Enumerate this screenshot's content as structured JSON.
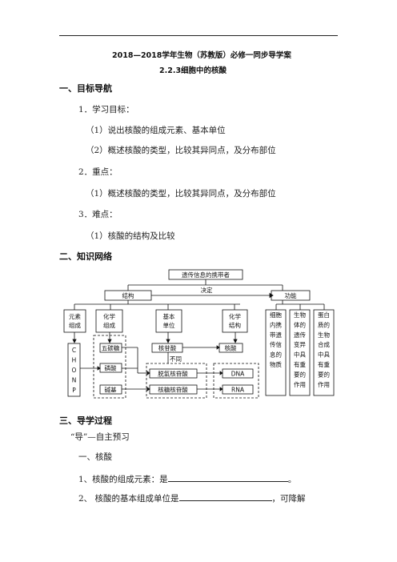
{
  "header": {
    "title": "2018—2018学年生物（苏教版）必修一同步导学案",
    "subtitle": "2.2.3细胞中的核酸"
  },
  "sections": {
    "goals": {
      "heading": "一、目标导航",
      "line1": "1．学习目标：",
      "line2": "（1）说出核酸的组成元素、基本单位",
      "line3": "（2）概述核酸的类型，比较其异同点，及分布部位",
      "line4": "2．重点：",
      "line5": "（1）概述核酸的类型，比较其异同点，及分布部位",
      "line6": "3．难点：",
      "line7": "（1）核酸的结构及比较"
    },
    "network": {
      "heading": "二、知识网络"
    },
    "process": {
      "heading": "三、导学过程",
      "sub": "“导”—自主预习",
      "part": "一、核酸",
      "q1a": "1、核酸的组成元素：是",
      "q1b": "。",
      "q2a": "2、 核酸的基本组成单位是",
      "q2b": "，可降解"
    }
  },
  "diagram": {
    "top": "遗传信息的携带者",
    "decides": "决定",
    "structure": "结构",
    "function": "功能",
    "elements_hdr": "元素\n组成",
    "chem_hdr": "化学\n组成",
    "unit_hdr": "基本\n单位",
    "chemstruct_hdr": "化学\n结构",
    "elements": [
      "C",
      "H",
      "O",
      "N",
      "P"
    ],
    "pentose": "五碳糖",
    "phosphate": "磷酸",
    "base": "碱基",
    "nucleotide": "核苷酸",
    "different": "不同",
    "deoxy": "脱氧核苷酸",
    "ribo": "核糖核苷酸",
    "nucleic_acid": "核酸",
    "dna": "DNA",
    "rna": "RNA",
    "func1": "细胞\n内携\n带遗\n传信\n息的\n物质",
    "func2": "生物\n体的\n遗传\n变异\n中具\n有重\n要的\n作用",
    "func3": "蛋白\n质的\n生物\n合成\n中具\n有重\n要的\n作用"
  }
}
